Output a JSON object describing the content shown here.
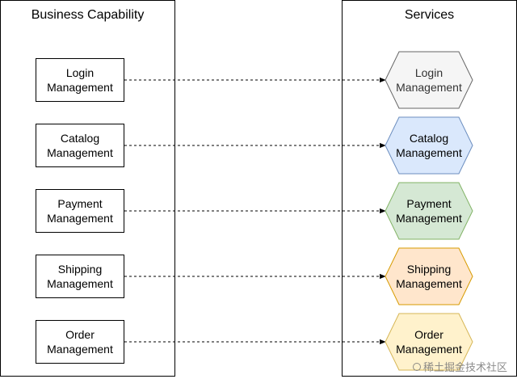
{
  "diagram": {
    "left_lane_title": "Business Capability",
    "right_lane_title": "Services",
    "capabilities": [
      {
        "line1": "Login",
        "line2": "Management"
      },
      {
        "line1": "Catalog",
        "line2": "Management"
      },
      {
        "line1": "Payment",
        "line2": "Management"
      },
      {
        "line1": "Shipping",
        "line2": "Management"
      },
      {
        "line1": "Order",
        "line2": "Management"
      }
    ],
    "services": [
      {
        "line1": "Login",
        "line2": "Management",
        "fill": "#f5f5f5",
        "stroke": "#666666",
        "text_color": "#333333"
      },
      {
        "line1": "Catalog",
        "line2": "Management",
        "fill": "#dae8fc",
        "stroke": "#6c8ebf",
        "text_color": "#000000"
      },
      {
        "line1": "Payment",
        "line2": "Management",
        "fill": "#d5e8d4",
        "stroke": "#82b366",
        "text_color": "#000000"
      },
      {
        "line1": "Shipping",
        "line2": "Management",
        "fill": "#ffe6cc",
        "stroke": "#d79b00",
        "text_color": "#000000"
      },
      {
        "line1": "Order",
        "line2": "Management",
        "fill": "#fff2cc",
        "stroke": "#d6b656",
        "text_color": "#000000"
      }
    ],
    "connector_style": "dashed-arrow"
  },
  "watermark": {
    "text": "稀土掘金技术社区"
  }
}
